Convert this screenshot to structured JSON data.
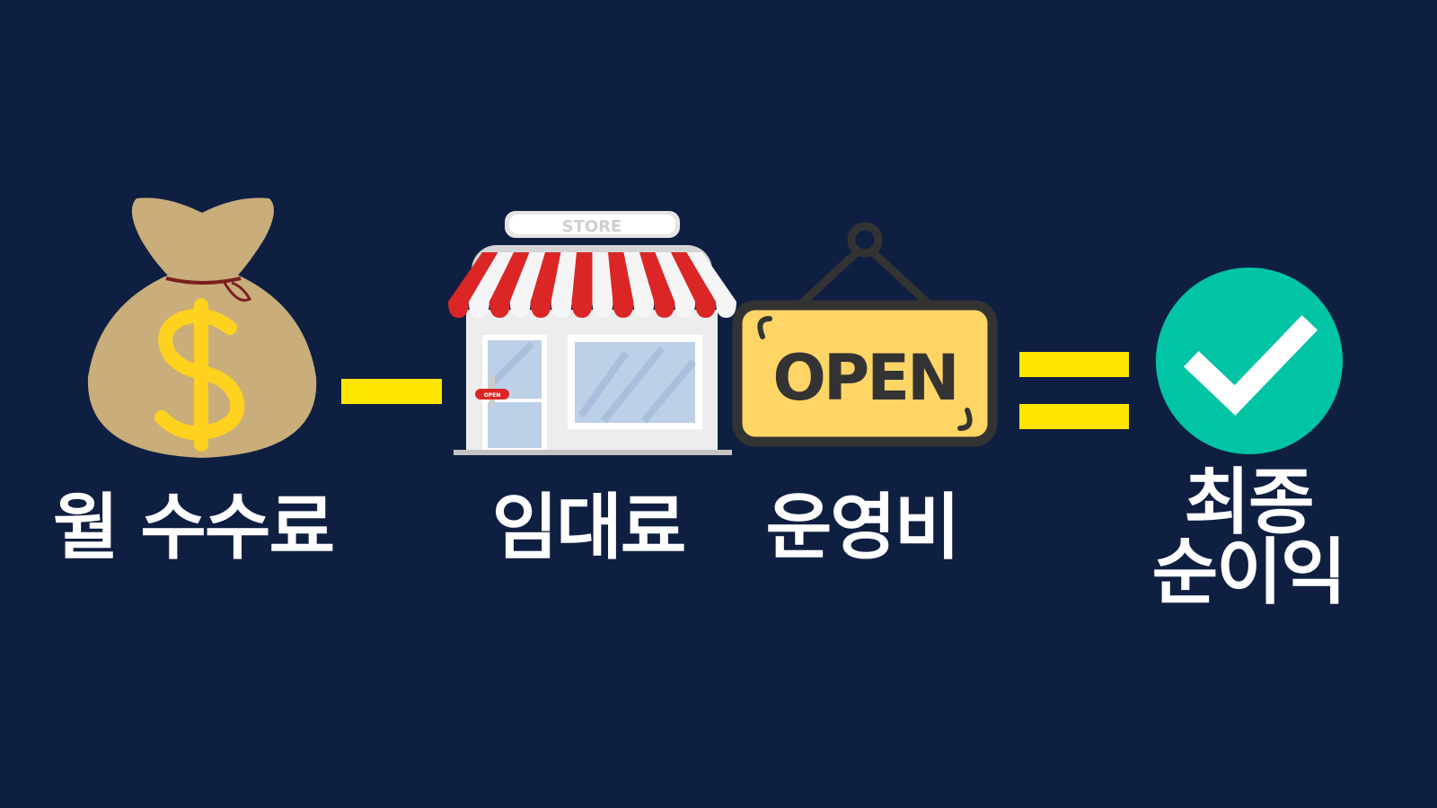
{
  "terms": [
    {
      "icon": "money-bag-icon",
      "label": "월 수수료"
    },
    {
      "icon": "storefront-icon",
      "label": "임대료"
    },
    {
      "icon": "open-sign-icon",
      "label": "운영비"
    }
  ],
  "result": {
    "icon": "checkmark-circle-icon",
    "label_line1": "최종",
    "label_line2": "순이익"
  },
  "operators": {
    "minus": "minus",
    "equals": "equals"
  },
  "store_sign": "STORE",
  "store_door_tag": "OPEN",
  "open_sign_text": "OPEN",
  "colors": {
    "background": "#0f1f42",
    "operator": "#ffe600",
    "bag": "#c9ad7a",
    "dollar": "#ffd21f",
    "awning_red": "#dc2626",
    "sign_yellow": "#ffd566",
    "check_green": "#00c4a3"
  }
}
